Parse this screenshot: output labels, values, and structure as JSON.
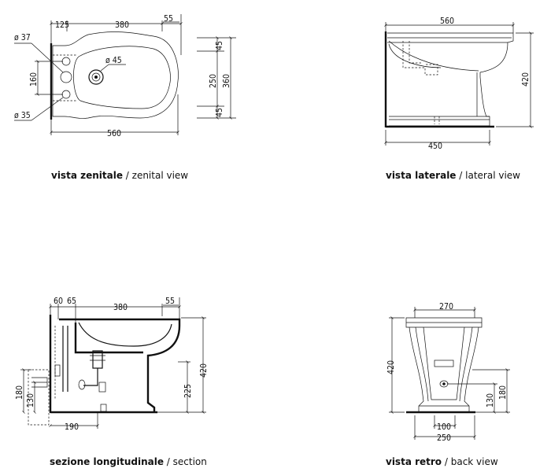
{
  "views": {
    "zenital": {
      "caption_it": "vista zenitale",
      "caption_sep": " / ",
      "caption_en": "zenital view",
      "dims": {
        "d125": "125",
        "d380": "380",
        "d55": "55",
        "d37": "ø 37",
        "d45": "ø 45",
        "d160": "160",
        "d35": "ø 35",
        "d560": "560",
        "d45a": "45",
        "d250": "250",
        "d45b": "45",
        "d360": "360"
      }
    },
    "lateral": {
      "caption_it": "vista laterale",
      "caption_sep": " / ",
      "caption_en": "lateral view",
      "dims": {
        "d560": "560",
        "d420": "420",
        "d450": "450"
      }
    },
    "section": {
      "caption_it": "sezione longitudinale",
      "caption_sep": " / ",
      "caption_en": "section",
      "dims": {
        "d60": "60",
        "d65": "65",
        "d380": "380",
        "d55": "55",
        "d420": "420",
        "d225": "225",
        "d180": "180",
        "d130": "130",
        "d190": "190"
      }
    },
    "back": {
      "caption_it": "vista retro",
      "caption_sep": " / ",
      "caption_en": "back view",
      "dims": {
        "d270": "270",
        "d420": "420",
        "d130": "130",
        "d180": "180",
        "d100": "100",
        "d250": "250"
      }
    }
  }
}
